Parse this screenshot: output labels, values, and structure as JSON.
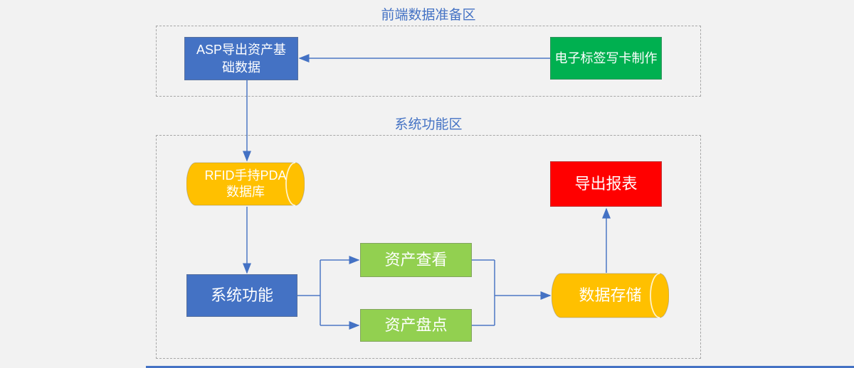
{
  "diagram": {
    "background": "#F2F2F2",
    "zones": [
      {
        "id": "frontend_prep",
        "title": "前端数据准备区",
        "border_color": "#A6A6A6",
        "title_color": "#4472C4"
      },
      {
        "id": "system_function_area",
        "title": "系统功能区",
        "border_color": "#A6A6A6",
        "title_color": "#4472C4"
      }
    ],
    "nodes": {
      "asp_export": {
        "label": "ASP导出资产基础数据",
        "lines": [
          "ASP导出资产基",
          "础数据"
        ],
        "shape": "rectangle",
        "color": "#4472C4",
        "text_color": "#FFFFFF",
        "zone": "frontend_prep"
      },
      "tag_writer": {
        "label": "电子标签写卡制作",
        "shape": "rectangle",
        "color": "#00B050",
        "text_color": "#FFFFFF",
        "zone": "frontend_prep"
      },
      "rfid_pda_db": {
        "label": "RFID手持PDA数据库",
        "lines": [
          "RFID手持PDA",
          "数据库"
        ],
        "shape": "cylinder",
        "color": "#FFC000",
        "text_color": "#FFFFFF",
        "zone": "system_function_area"
      },
      "export_report": {
        "label": "导出报表",
        "shape": "rectangle",
        "color": "#FF0000",
        "text_color": "#FFFFFF",
        "zone": "system_function_area"
      },
      "system_function": {
        "label": "系统功能",
        "shape": "rectangle",
        "color": "#4472C4",
        "text_color": "#FFFFFF",
        "zone": "system_function_area"
      },
      "asset_view": {
        "label": "资产查看",
        "shape": "rectangle",
        "color": "#92D050",
        "text_color": "#FFFFFF",
        "zone": "system_function_area"
      },
      "asset_inventory": {
        "label": "资产盘点",
        "shape": "rectangle",
        "color": "#92D050",
        "text_color": "#FFFFFF",
        "zone": "system_function_area"
      },
      "data_storage": {
        "label": "数据存储",
        "shape": "cylinder",
        "color": "#FFC000",
        "text_color": "#FFFFFF",
        "zone": "system_function_area"
      }
    },
    "edges": [
      {
        "from": "tag_writer",
        "to": "asp_export"
      },
      {
        "from": "asp_export",
        "to": "rfid_pda_db"
      },
      {
        "from": "rfid_pda_db",
        "to": "system_function"
      },
      {
        "from": "system_function",
        "to": "asset_view"
      },
      {
        "from": "system_function",
        "to": "asset_inventory"
      },
      {
        "from": "asset_view",
        "to": "data_storage"
      },
      {
        "from": "asset_inventory",
        "to": "data_storage"
      },
      {
        "from": "data_storage",
        "to": "export_report"
      }
    ],
    "connector_color": "#4472C4",
    "bottom_bar_color": "#4472C4"
  }
}
